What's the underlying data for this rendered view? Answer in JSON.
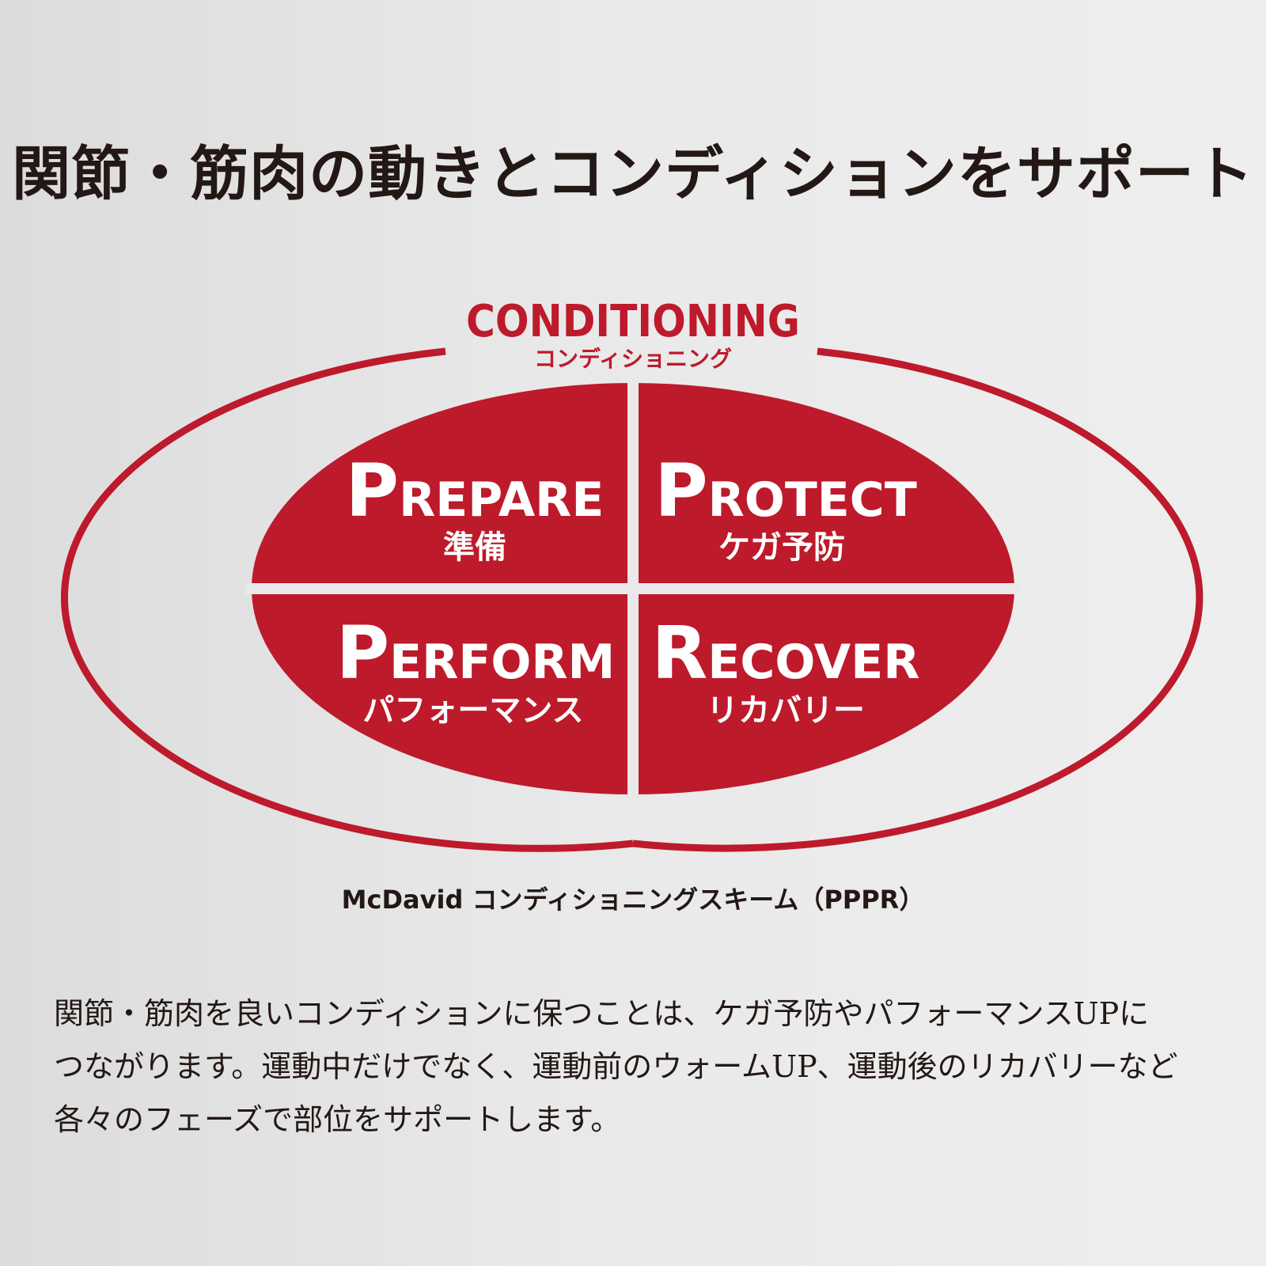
{
  "headline": "関節・筋肉の動きとコンディションをサポート",
  "diagram": {
    "outer_label": "CONDITIONING",
    "outer_sublabel": "コンディショニング",
    "quadrants": [
      {
        "first": "P",
        "rest": "REPARE",
        "sub": "準備"
      },
      {
        "first": "P",
        "rest": "ROTECT",
        "sub": "ケガ予防"
      },
      {
        "first": "P",
        "rest": "ERFORM",
        "sub": "パフォーマンス"
      },
      {
        "first": "R",
        "rest": "ECOVER",
        "sub": "リカバリー"
      }
    ],
    "caption": "McDavid コンディショニングスキーム（PPPR）"
  },
  "body": {
    "lines": [
      "関節・筋肉を良いコンディションに保つことは、ケガ予防やパフォーマンスUPに",
      "つながります。運動中だけでなく、運動前のウォームUP、運動後のリカバリーなど",
      "各々のフェーズで部位をサポートします。"
    ]
  },
  "colors": {
    "accent": "#bd1a2b",
    "text": "#231815",
    "background": "#e8e8e8"
  }
}
